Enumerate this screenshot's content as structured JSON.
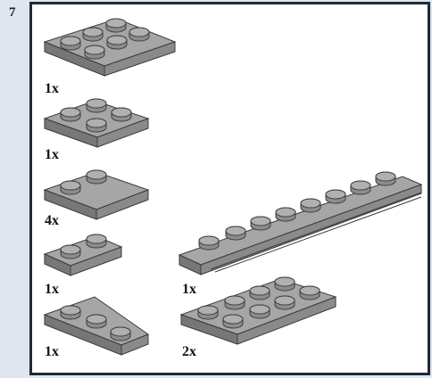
{
  "step": {
    "number": "7"
  },
  "parts": [
    {
      "id": "plate-2x3",
      "quantity": "1x"
    },
    {
      "id": "plate-2x2",
      "quantity": "1x"
    },
    {
      "id": "plate-1x2-square",
      "quantity": "4x"
    },
    {
      "id": "plate-1x2",
      "quantity": "1x"
    },
    {
      "id": "wedge-plate-2x3",
      "quantity": "1x"
    },
    {
      "id": "plate-1x8-rail",
      "quantity": "1x"
    },
    {
      "id": "plate-2x4",
      "quantity": "2x"
    }
  ],
  "colors": {
    "brick_top": "#a6a6a6",
    "brick_side": "#858585",
    "brick_front": "#717171",
    "outline": "#3c3c3c",
    "panel_border": "#1c2a3a",
    "background": "#dfe6ef"
  }
}
